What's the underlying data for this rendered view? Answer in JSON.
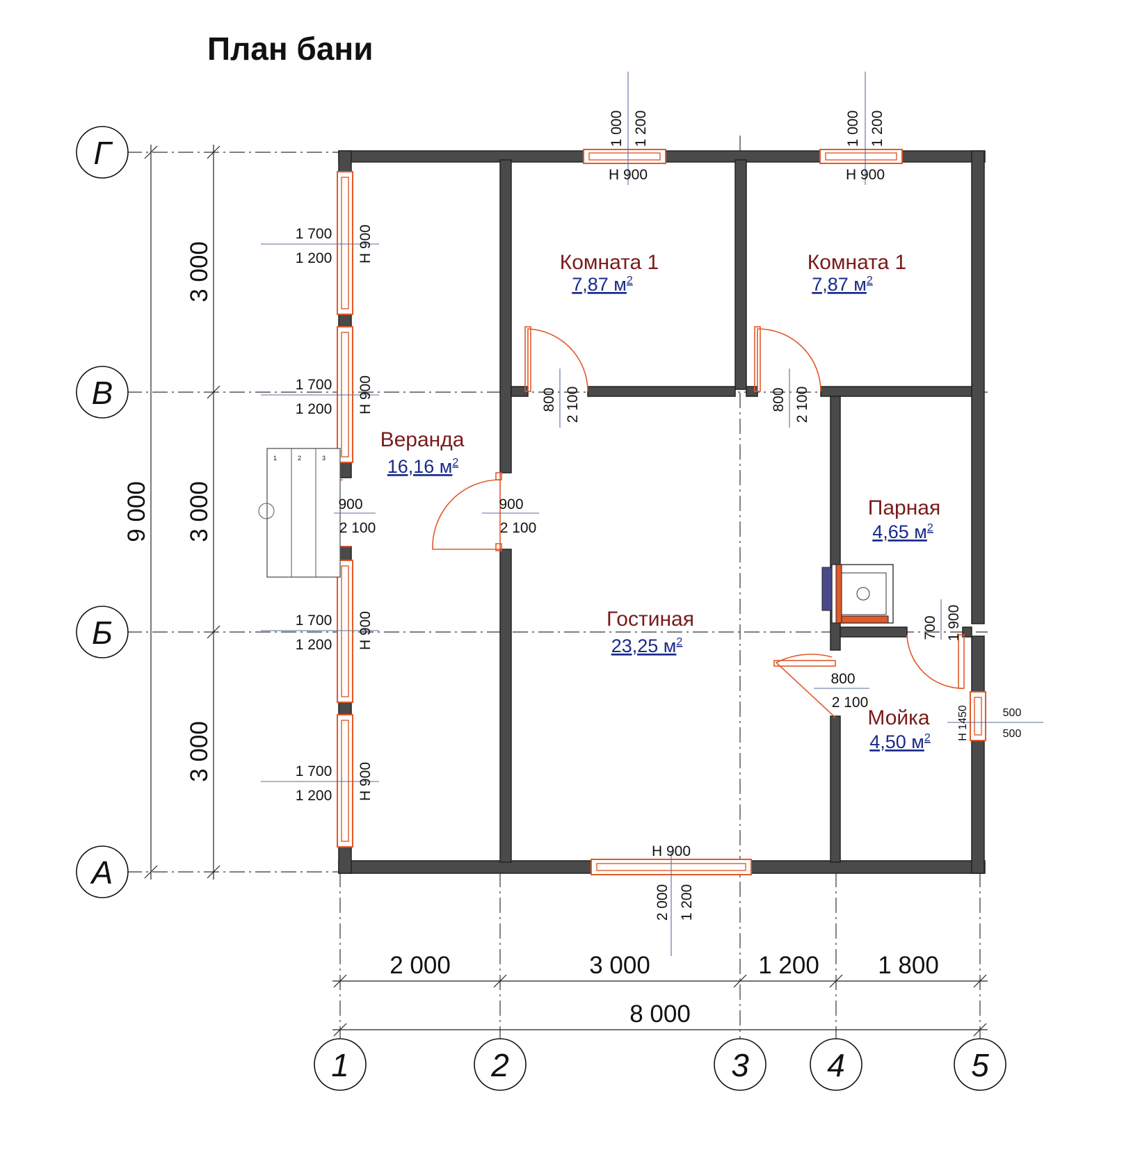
{
  "title": "План бани",
  "rows": [
    "Г",
    "В",
    "Б",
    "А"
  ],
  "cols": [
    "1",
    "2",
    "3",
    "4",
    "5"
  ],
  "rooms": {
    "room1_name": "Комната 1",
    "room1_area": "7,87 м",
    "room2_name": "Комната 1",
    "room2_area": "7,87 м",
    "veranda_name": "Веранда",
    "veranda_area": "16,16 м",
    "living_name": "Гостиная",
    "living_area": "23,25 м",
    "steam_name": "Парная",
    "steam_area": "4,65 м",
    "wash_name": "Мойка",
    "wash_area": "4,50 м",
    "sup": "2"
  },
  "dims": {
    "left_total": "9 000",
    "left_seg": [
      "3 000",
      "3 000",
      "3 000"
    ],
    "bottom_seg": [
      "2 000",
      "3 000",
      "1 200",
      "1 800"
    ],
    "bottom_total": "8 000"
  },
  "windows": {
    "top_h": "1 000",
    "top_w": "1 200",
    "top_sill": "Н  900",
    "left_h": "1 700",
    "left_w": "1 200",
    "left_sill": "Н  900",
    "bottom_h": "2 000",
    "bottom_w": "1 200",
    "bottom_sill": "Н  900",
    "wash_h": "500",
    "wash_w": "500",
    "wash_sill": "Н  1450"
  },
  "doors": {
    "entry_w": "900",
    "entry_h": "2 100",
    "living_w": "900",
    "living_h": "2 100",
    "room_w": "800",
    "room_h": "2 100",
    "wash_w": "800",
    "wash_h": "2 100",
    "steam_w": "700",
    "steam_h": "1 900"
  },
  "stairs": [
    "1",
    "2",
    "3"
  ]
}
